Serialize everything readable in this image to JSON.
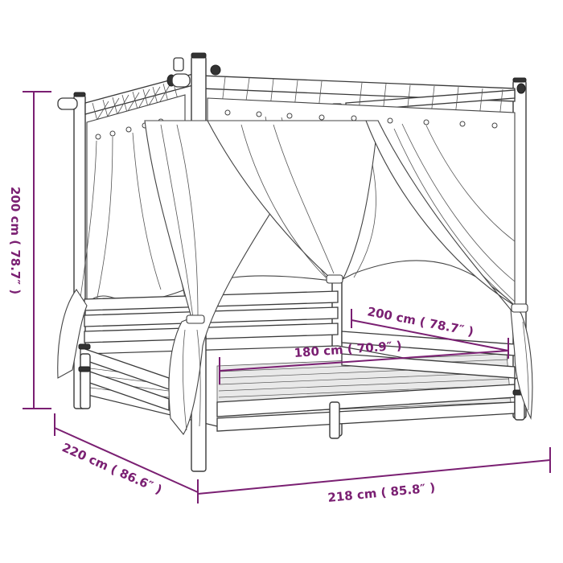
{
  "diagram": {
    "subject": "Bamboo canopy bed with curtains",
    "dimension_color": "#7a1f72",
    "line_color": "#3a3a3a"
  },
  "dimensions": {
    "height": {
      "label": "200 cm ( 78.7″ )",
      "value_cm": 200,
      "value_in": 78.7
    },
    "depth_side": {
      "label": "220 cm ( 86.6″ )",
      "value_cm": 220,
      "value_in": 86.6
    },
    "width_front": {
      "label": "218 cm ( 85.8″ )",
      "value_cm": 218,
      "value_in": 85.8
    },
    "mattress_length": {
      "label": "200 cm ( 78.7″ )",
      "value_cm": 200,
      "value_in": 78.7
    },
    "mattress_width": {
      "label": "180 cm ( 70.9″ )",
      "value_cm": 180,
      "value_in": 70.9
    }
  }
}
